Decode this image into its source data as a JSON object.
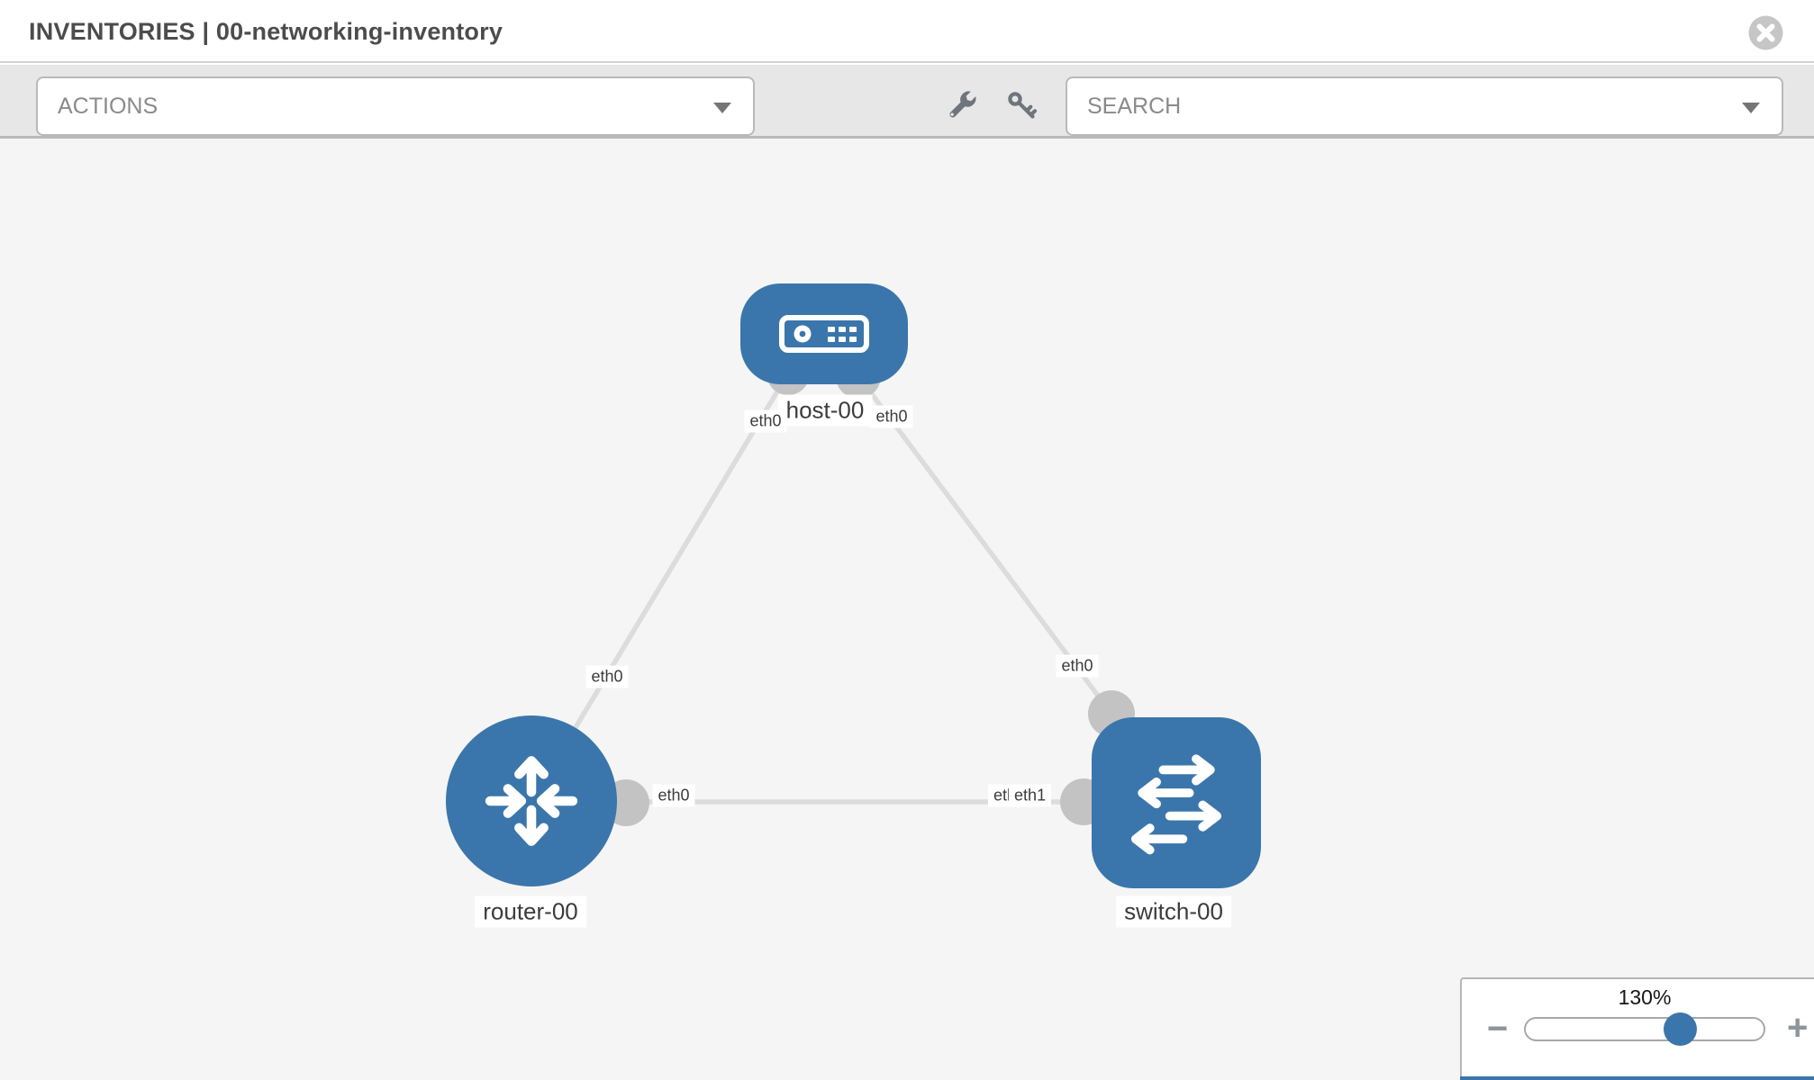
{
  "header": {
    "title": "INVENTORIES | 00-networking-inventory"
  },
  "toolbar": {
    "actions_label": "ACTIONS",
    "search_label": "SEARCH",
    "icons": [
      "wrench",
      "key"
    ]
  },
  "topology": {
    "nodes": [
      {
        "id": "host-00",
        "label": "host-00",
        "type": "host",
        "icon": "server",
        "shape": "rounded-rect"
      },
      {
        "id": "router-00",
        "label": "router-00",
        "type": "router",
        "icon": "router-arrows",
        "shape": "circle"
      },
      {
        "id": "switch-00",
        "label": "switch-00",
        "type": "switch",
        "icon": "switch-arrows",
        "shape": "rounded-square"
      }
    ],
    "links": [
      {
        "source": "host-00",
        "source_interface": "eth0",
        "target": "router-00",
        "target_interface": "eth0"
      },
      {
        "source": "host-00",
        "source_interface": "eth0",
        "target": "switch-00",
        "target_interface": "eth0"
      },
      {
        "source": "router-00",
        "source_interface": "eth0",
        "target": "switch-00",
        "target_interface": "eth1"
      }
    ],
    "interface_labels": [
      {
        "text": "eth0"
      },
      {
        "text": "eth0"
      },
      {
        "text": "eth0"
      },
      {
        "text": "eth0"
      },
      {
        "text": "eth0"
      },
      {
        "text": "eth0"
      },
      {
        "text": "eth1"
      }
    ]
  },
  "zoom_control": {
    "level": "130%",
    "minus": "−",
    "plus": "+"
  },
  "colors": {
    "node_blue": "#3a76ab",
    "link_gray": "#dcdcdc",
    "interface_gray": "#c3c3c3",
    "canvas_bg": "#f5f5f5",
    "toolbar_bg": "#e7e7e7"
  }
}
